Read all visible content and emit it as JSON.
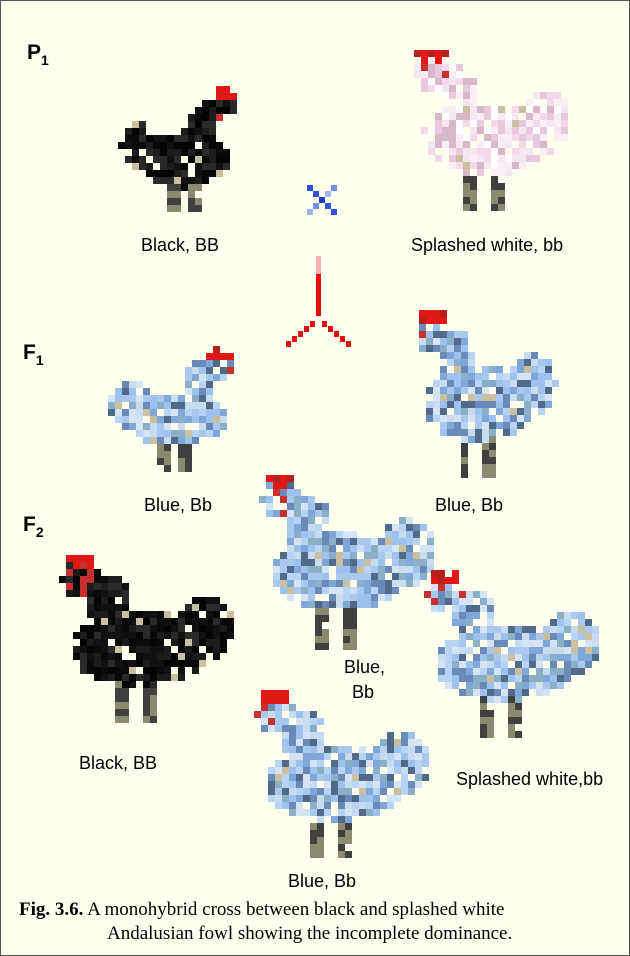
{
  "generations": {
    "p1": {
      "main": "P",
      "sub": "1"
    },
    "f1": {
      "main": "F",
      "sub": "1"
    },
    "f2": {
      "main": "F",
      "sub": "2"
    }
  },
  "labels": {
    "p1_black": "Black, BB",
    "p1_white": "Splashed white, bb",
    "f1_blue_left": "Blue, Bb",
    "f1_blue_right": "Blue, Bb",
    "f2_black": "Black, BB",
    "f2_blue_mid_1": "Blue,",
    "f2_blue_mid_2": "Bb",
    "f2_white": "Splashed white,bb",
    "f2_blue_bottom": "Blue, Bb"
  },
  "caption": {
    "number": "Fig. 3.6.",
    "line1": " A monohybrid cross between black and splashed  white",
    "line2": "Andalusian fowl showing the incomplete dominance."
  },
  "colors": {
    "black_fowl": "#0a0a0a",
    "blue_fowl": "#a8c8ee",
    "splashed_white": "#f6e6f0",
    "comb_red": "#e01818",
    "cross_symbol": "#3050e0",
    "arrow_symbol": "#e01010"
  },
  "icons": {
    "cross": "cross-icon",
    "branch_arrow": "branch-arrow-icon"
  }
}
